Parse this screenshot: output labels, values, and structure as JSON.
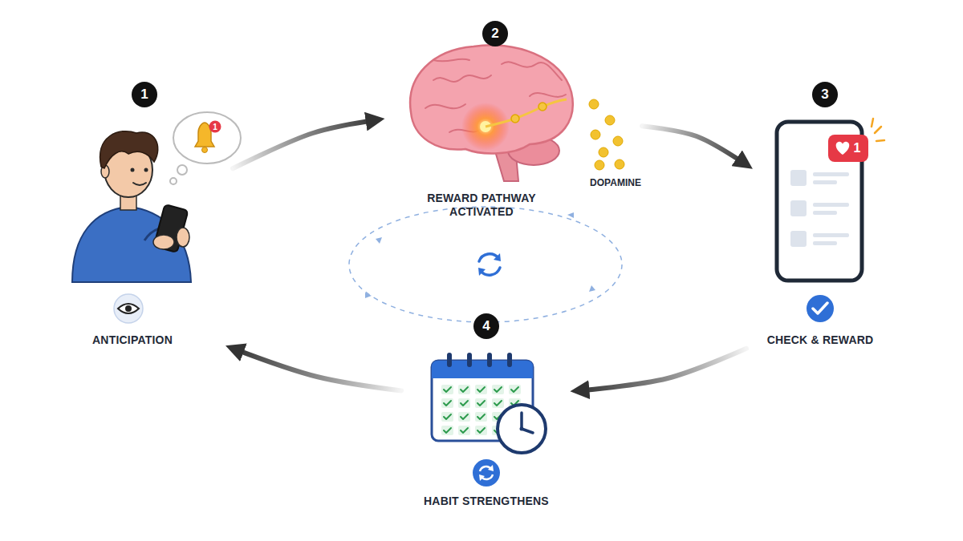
{
  "diagram": {
    "nodes": [
      {
        "text": [
          "1",
          "ANTICIPATION"
        ]
      },
      {
        "text": [
          "2",
          "REWARD PATHWAY ACTIVATED"
        ]
      },
      {
        "text": [
          "3",
          "CHECK & REWARD"
        ]
      },
      {
        "text": [
          "4",
          "HABIT STRENGTHENS"
        ]
      }
    ],
    "edges": [
      {
        "from": 0,
        "to": 1,
        "arrow": "to"
      },
      {
        "from": 1,
        "to": 2,
        "arrow": "to"
      },
      {
        "from": 2,
        "to": 3,
        "arrow": "to"
      },
      {
        "from": 3,
        "to": 0,
        "arrow": "to"
      }
    ],
    "labels": [
      "DOPAMINE",
      "1",
      "1"
    ]
  }
}
